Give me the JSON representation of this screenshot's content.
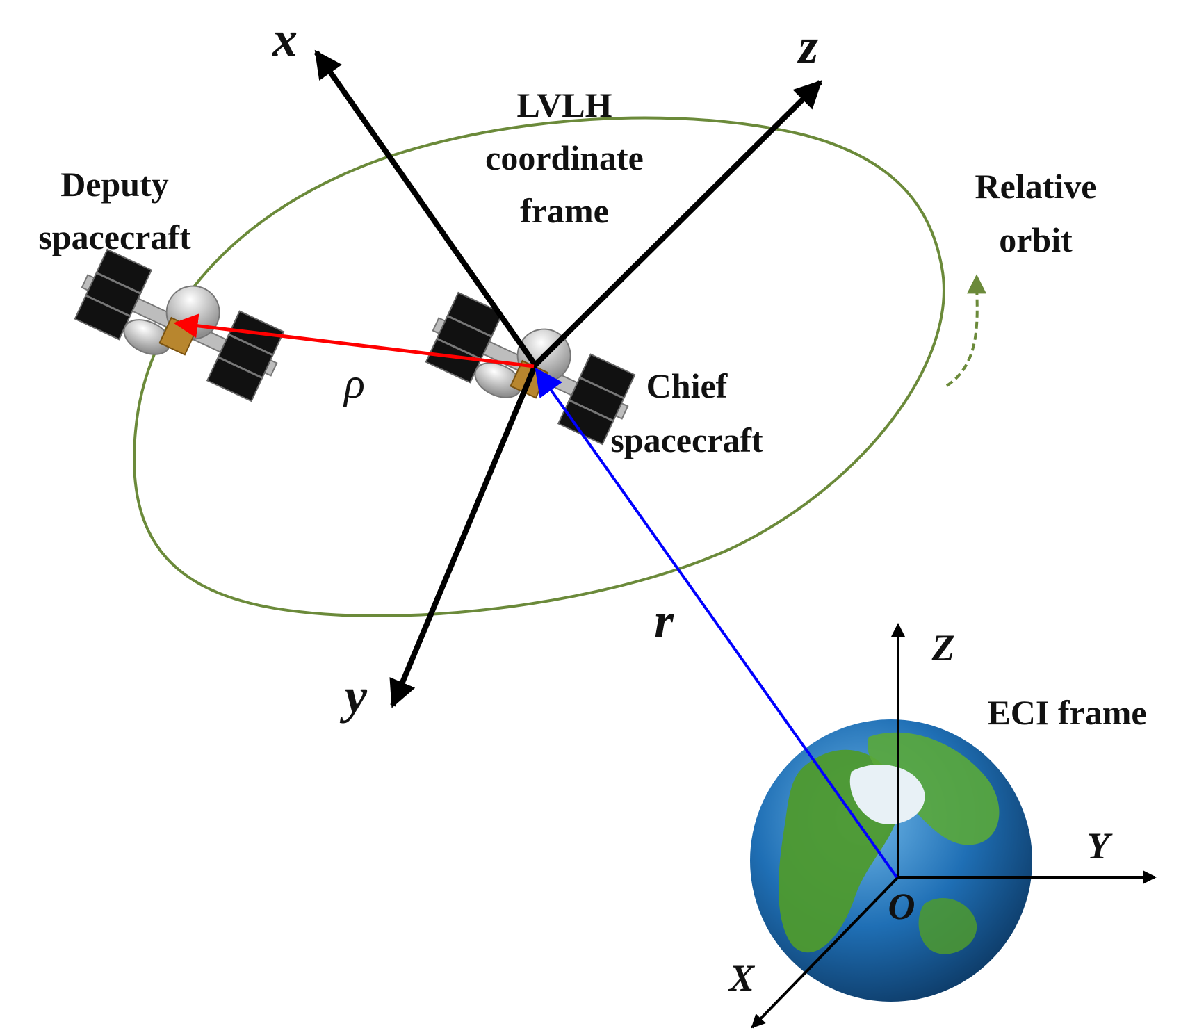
{
  "labels": {
    "lvlh_line1": "LVLH",
    "lvlh_line2": "coordinate",
    "lvlh_line3": "frame",
    "deputy_line1": "Deputy",
    "deputy_line2": "spacecraft",
    "chief_line1": "Chief",
    "chief_line2": "spacecraft",
    "relative_line1": "Relative",
    "relative_line2": "orbit",
    "eci": "ECI frame"
  },
  "axes": {
    "lvlh_x": "x",
    "lvlh_y": "y",
    "lvlh_z": "z",
    "eci_X": "X",
    "eci_Y": "Y",
    "eci_Z": "Z",
    "origin": "O"
  },
  "vectors": {
    "rho": "ρ",
    "r": "r"
  },
  "colors": {
    "orbit": "#6b8a3a",
    "rho_vector": "#ff0000",
    "r_vector": "#0000ff",
    "axes": "#000000",
    "ocean": "#1f6fb5",
    "land": "#4e9a2e"
  },
  "icons": [
    "deputy-spacecraft-icon",
    "chief-spacecraft-icon",
    "earth-globe-icon"
  ]
}
